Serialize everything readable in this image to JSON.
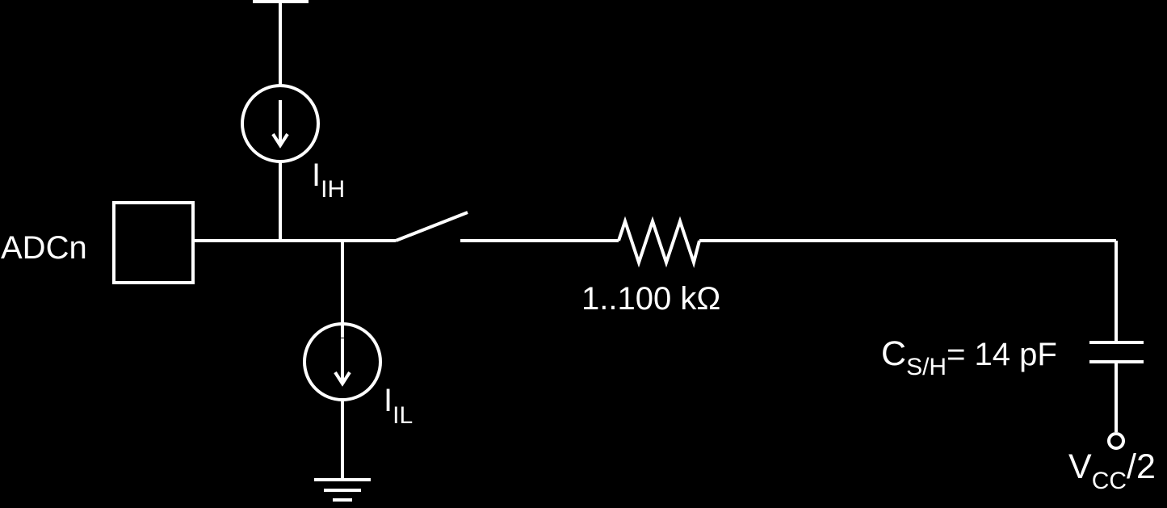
{
  "labels": {
    "pin": "ADCn",
    "current_high": {
      "main": "I",
      "sub": "IH"
    },
    "current_low": {
      "main": "I",
      "sub": "IL"
    },
    "resistor": "1..100 kΩ",
    "capacitor": {
      "main": "C",
      "sub": "S/H",
      "value": "= 14 pF"
    },
    "reference": {
      "main": "V",
      "sub": "CC",
      "suffix": "/2"
    }
  },
  "colors": {
    "background": "#000000",
    "foreground": "#ffffff"
  }
}
